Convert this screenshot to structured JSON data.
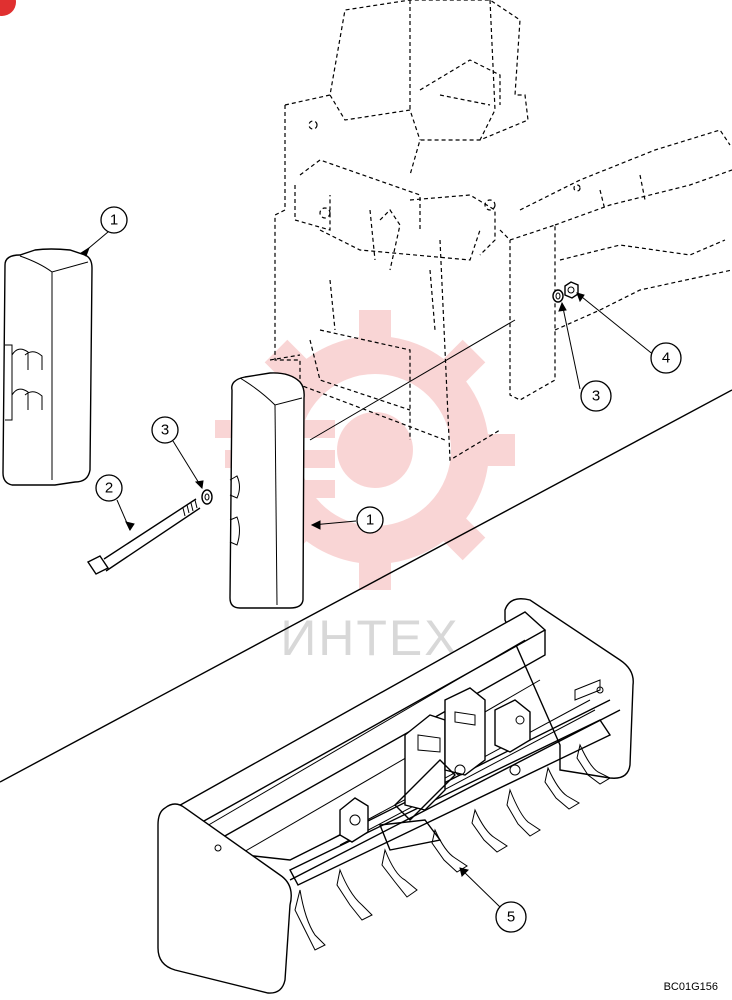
{
  "watermark": {
    "text": "ИНТЕХ",
    "color": "#f08a8a"
  },
  "figure_code": "BC01G156",
  "callouts": [
    {
      "id": "counterweight-top-left",
      "label": "1"
    },
    {
      "id": "counterweight-front",
      "label": "1"
    },
    {
      "id": "bolt",
      "label": "2"
    },
    {
      "id": "washer-left",
      "label": "3"
    },
    {
      "id": "washer-right",
      "label": "3"
    },
    {
      "id": "nut",
      "label": "4"
    },
    {
      "id": "grapple-bucket",
      "label": "5"
    }
  ],
  "corner_badge_color": "#e03030"
}
